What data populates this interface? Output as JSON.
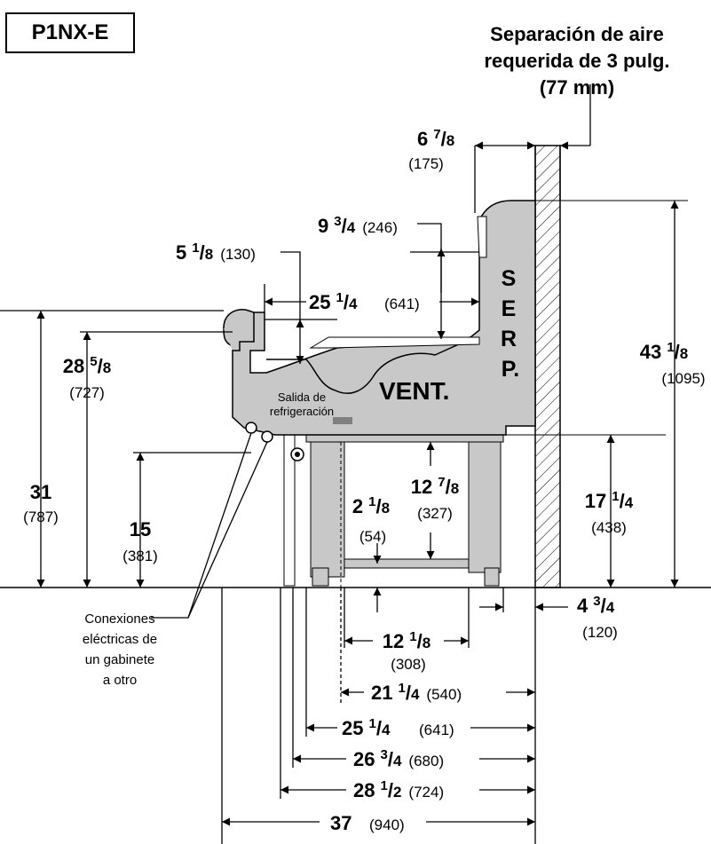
{
  "model": "P1NX-E",
  "air_gap_title": [
    "Separación de aire",
    "requerida de 3 pulg.",
    "(77 mm)"
  ],
  "vent_label": "VENT.",
  "serp_label": [
    "S",
    "E",
    "R",
    "P."
  ],
  "outlet_label": [
    "Salida de",
    "refrigeración"
  ],
  "connections_note": [
    "Conexiones",
    "eléctricas de",
    "un gabinete",
    "a otro"
  ],
  "dimensions": [
    {
      "id": "d-6-7-8",
      "whole": "6",
      "frac": "7/8",
      "metric": "(175)"
    },
    {
      "id": "d-9-3-4",
      "whole": "9",
      "frac": "3/4",
      "metric": "(246)"
    },
    {
      "id": "d-5-1-8",
      "whole": "5",
      "frac": "1/8",
      "metric": "(130)"
    },
    {
      "id": "d-25-1-4a",
      "whole": "25",
      "frac": "1/4",
      "metric": "(641)"
    },
    {
      "id": "d-43-1-8",
      "whole": "43",
      "frac": "1/8",
      "metric": "(1095)"
    },
    {
      "id": "d-28-5-8",
      "whole": "28",
      "frac": "5/8",
      "metric": "(727)"
    },
    {
      "id": "d-31",
      "whole": "31",
      "frac": "",
      "metric": "(787)"
    },
    {
      "id": "d-15",
      "whole": "15",
      "frac": "",
      "metric": "(381)"
    },
    {
      "id": "d-12-7-8",
      "whole": "12",
      "frac": "7/8",
      "metric": "(327)"
    },
    {
      "id": "d-2-1-8",
      "whole": "2",
      "frac": "1/8",
      "metric": "(54)"
    },
    {
      "id": "d-17-1-4",
      "whole": "17",
      "frac": "1/4",
      "metric": "(438)"
    },
    {
      "id": "d-4-3-4",
      "whole": "4",
      "frac": "3/4",
      "metric": "(120)"
    },
    {
      "id": "d-12-1-8",
      "whole": "12",
      "frac": "1/8",
      "metric": "(308)"
    },
    {
      "id": "d-21-1-4",
      "whole": "21",
      "frac": "1/4",
      "metric": "(540)"
    },
    {
      "id": "d-25-1-4b",
      "whole": "25",
      "frac": "1/4",
      "metric": "(641)"
    },
    {
      "id": "d-26-3-4",
      "whole": "26",
      "frac": "3/4",
      "metric": "(680)"
    },
    {
      "id": "d-28-1-2",
      "whole": "28",
      "frac": "1/2",
      "metric": "(724)"
    },
    {
      "id": "d-37",
      "whole": "37",
      "frac": "",
      "metric": "(940)"
    }
  ],
  "colors": {
    "cabinet": "#c8c8c8",
    "line": "#000000",
    "outlet": "#808080",
    "background": "#ffffff"
  }
}
